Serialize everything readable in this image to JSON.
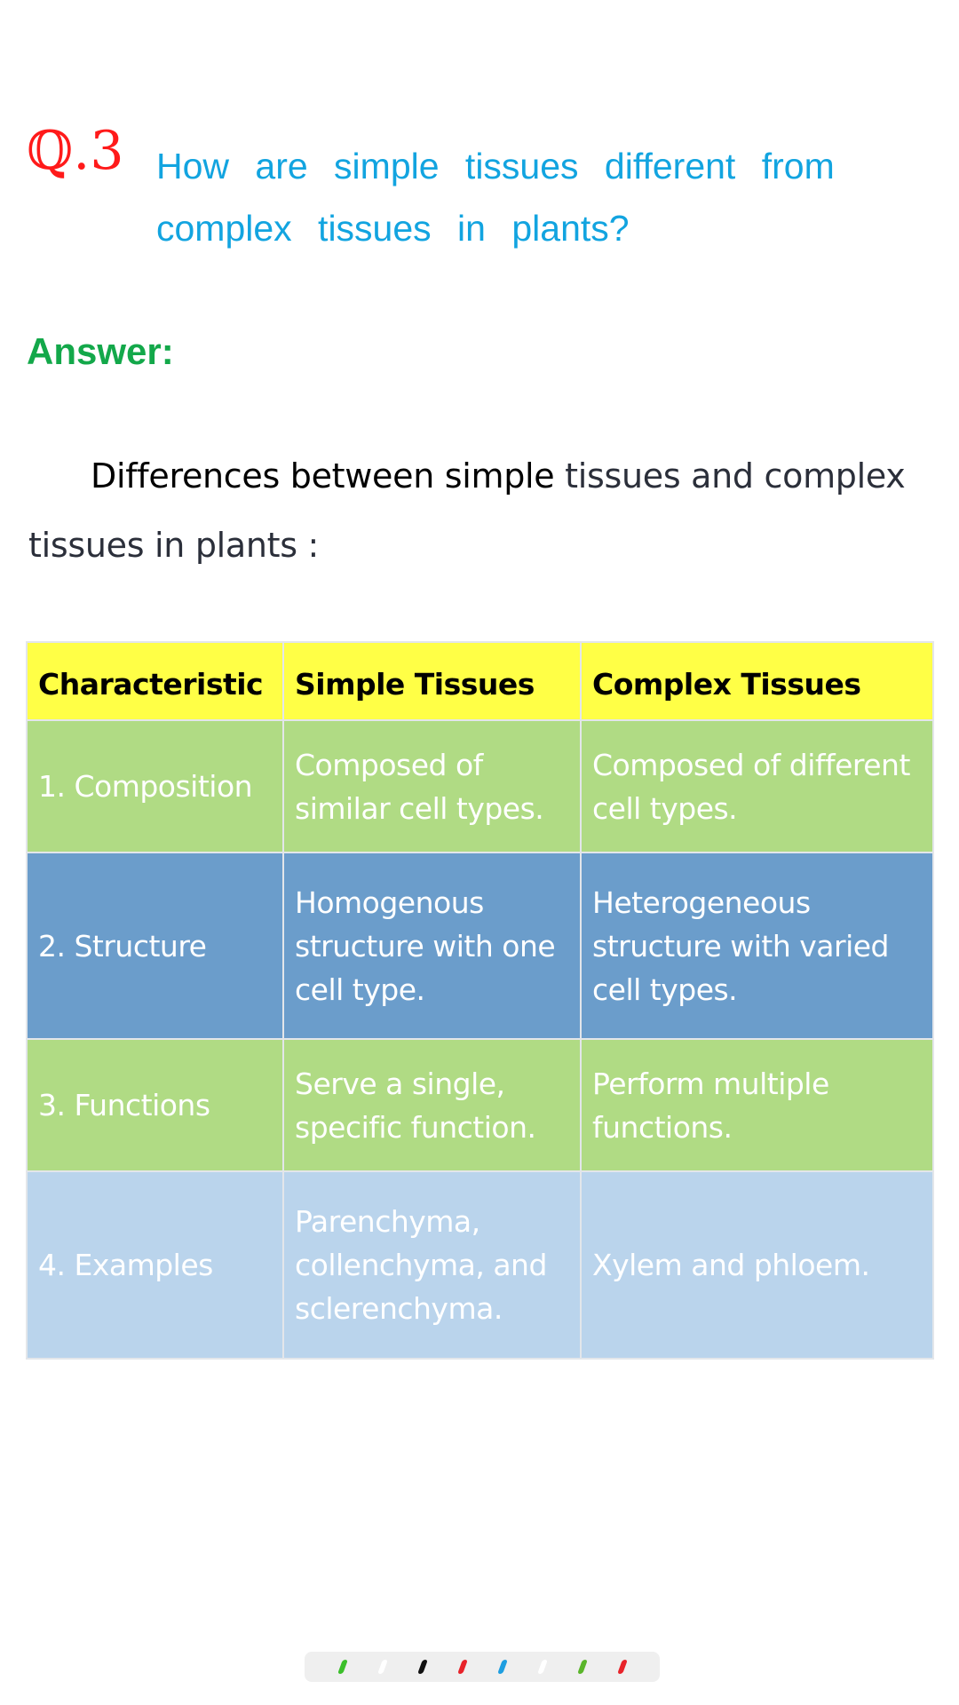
{
  "question": {
    "number": "ℚ.3",
    "text": "How are simple tissues different from complex tissues in plants?"
  },
  "answer_label": "Answer:",
  "intro": {
    "part1": "Differences between simple",
    "part2": " tissues and complex tissues in plants :"
  },
  "table": {
    "headers": [
      "Characteristic",
      "Simple Tissues",
      "Complex Tissues"
    ],
    "rows": [
      [
        "1. Composition",
        "Composed of similar cell types.",
        "Composed of different cell types."
      ],
      [
        "2. Structure",
        "Homogenous structure with one cell type.",
        "Heterogeneous structure with varied cell types."
      ],
      [
        "3. Functions",
        "Serve a single, specific function.",
        "Perform multiple functions."
      ],
      [
        "4. Examples",
        "Parenchyma, collenchyma, and sclerenchyma.",
        "Xylem and phloem."
      ]
    ]
  },
  "toolbar": {
    "pens": [
      "green-pen-icon",
      "white-pen-icon",
      "black-pen-icon",
      "red-pen-icon",
      "blue-pen-icon",
      "white-pen-icon",
      "green-pen-icon",
      "red-pen-icon"
    ],
    "pen_colors": [
      "#3bbf2a",
      "#ffffff",
      "#111111",
      "#e8232a",
      "#1e9ee0",
      "#ffffff",
      "#5ab52a",
      "#e8232a"
    ]
  },
  "colors": {
    "question_number": "#ff1a1a",
    "question_text": "#12a4e0",
    "answer_label": "#13a84a",
    "header_bg": "#ffff46",
    "row_green": "#b0db84",
    "row_blue": "#6b9dcb",
    "row_light_blue": "#bad4ec"
  }
}
